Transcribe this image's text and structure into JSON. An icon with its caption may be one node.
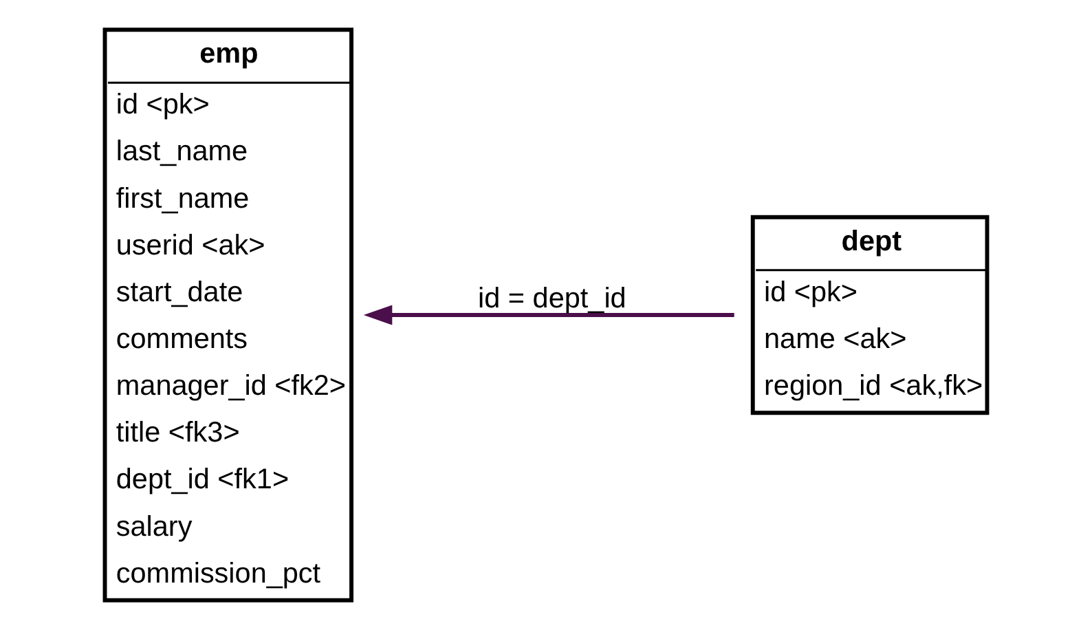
{
  "diagram": {
    "nodes": [
      {
        "text": [
          "emp",
          "id <pk>",
          "last_name",
          "first_name",
          "userid <ak>",
          "start_date",
          "comments",
          "manager_id <fk2>",
          "title <fk3>",
          "dept_id <fk1>",
          "salary",
          "commission_pct"
        ]
      },
      {
        "text": [
          "dept",
          "id <pk>",
          "name <ak>",
          "region_id <ak,fk>"
        ]
      }
    ],
    "edges": [
      {
        "from": 1,
        "to": 0,
        "arrow": "to",
        "label": "id = dept_id",
        "color": "#4b0f4b"
      }
    ]
  }
}
